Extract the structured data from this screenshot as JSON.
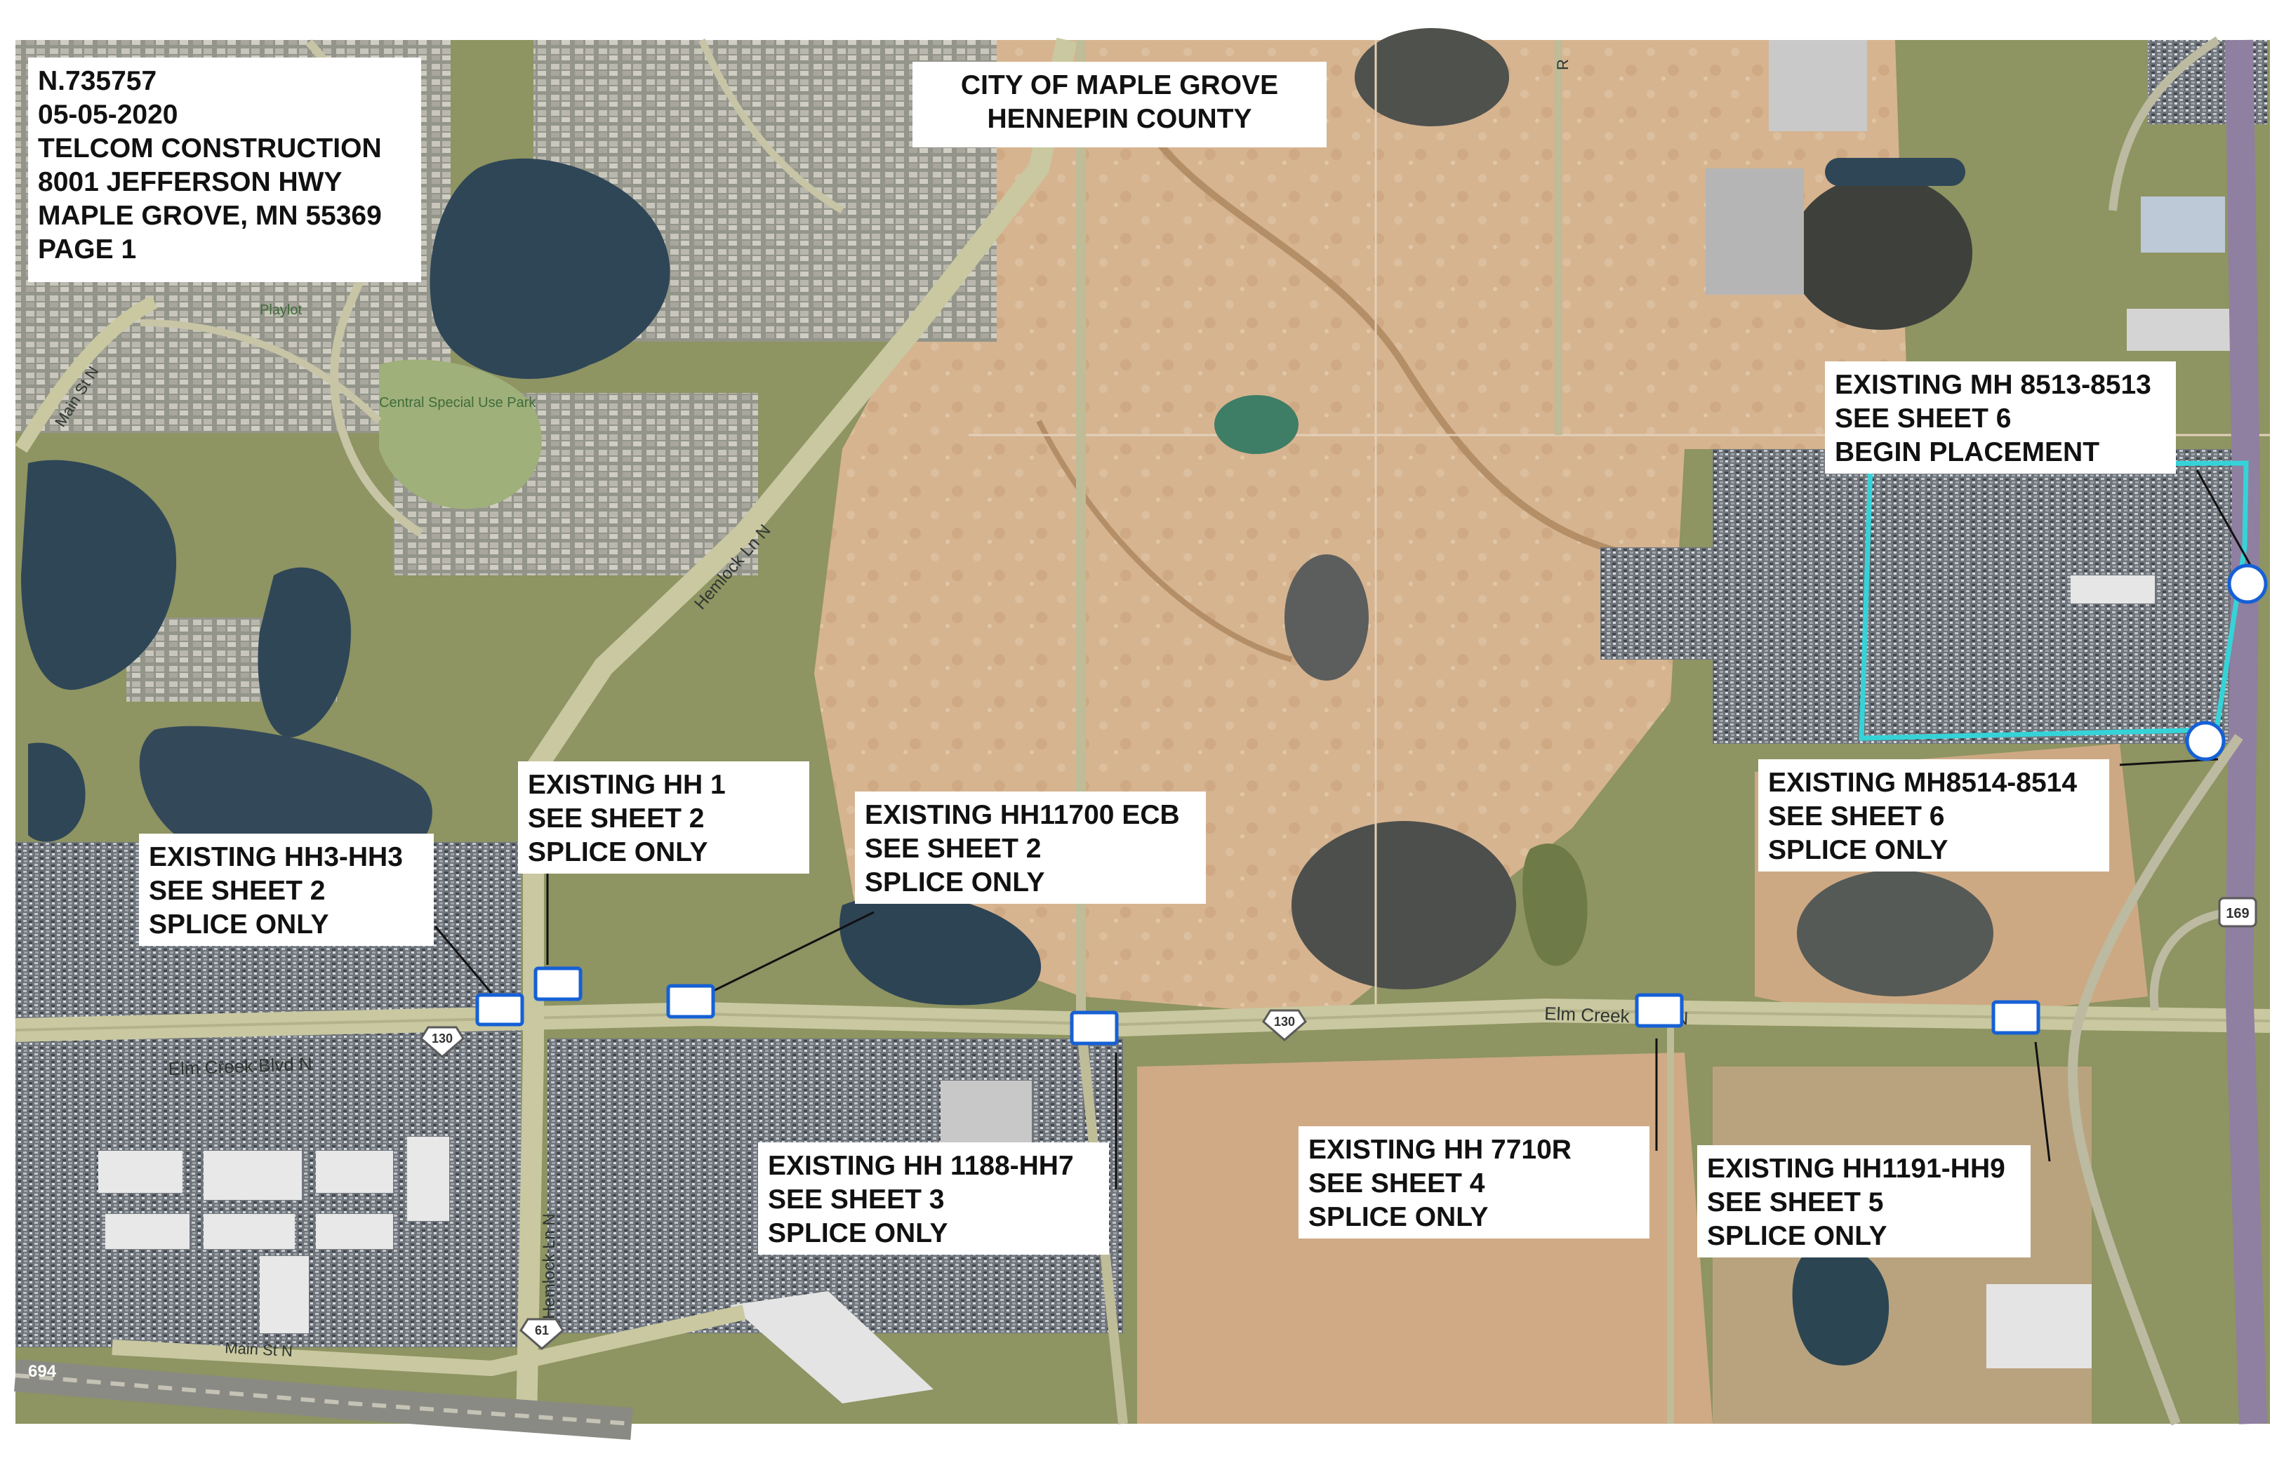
{
  "header": {
    "lines": [
      "N.735757",
      "05-05-2020",
      "TELCOM CONSTRUCTION",
      "8001 JEFFERSON HWY",
      "MAPLE GROVE, MN 55369",
      "PAGE 1"
    ]
  },
  "city": {
    "lines": [
      "CITY OF MAPLE GROVE",
      "HENNEPIN COUNTY"
    ]
  },
  "callouts": [
    {
      "lines": [
        "EXISTING MH 8513-8513",
        "SEE SHEET 6",
        "BEGIN PLACEMENT"
      ]
    },
    {
      "lines": [
        "EXISTING MH8514-8514",
        "SEE SHEET 6",
        "SPLICE ONLY"
      ]
    },
    {
      "lines": [
        "EXISTING HH 1",
        "SEE SHEET 2",
        "SPLICE ONLY"
      ]
    },
    {
      "lines": [
        "EXISTING HH3-HH3",
        "SEE SHEET 2",
        "SPLICE ONLY"
      ]
    },
    {
      "lines": [
        "EXISTING HH11700 ECB",
        "SEE SHEET 2",
        "SPLICE ONLY"
      ]
    },
    {
      "lines": [
        "EXISTING HH 1188-HH7",
        "SEE SHEET 3",
        "SPLICE ONLY"
      ]
    },
    {
      "lines": [
        "EXISTING HH 7710R",
        "SEE SHEET 4",
        "SPLICE ONLY"
      ]
    },
    {
      "lines": [
        "EXISTING HH1191-HH9",
        "SEE SHEET 5",
        "SPLICE ONLY"
      ]
    }
  ],
  "map_labels": {
    "elm_creek_left": "Elm Creek Blvd N",
    "elm_creek_right": "Elm Creek Blvd N",
    "hemlock_north": "Hemlock Ln N",
    "hemlock_south": "Hemlock Ln N",
    "main_st_north": "Main St N",
    "main_st_south": "Main St N",
    "central_park": "Central Special Use Park",
    "park_small": "Playlot",
    "i694": "694",
    "route_130_a": "130",
    "route_130_b": "130",
    "route_61": "61",
    "route_169": "169",
    "road_r": "R"
  },
  "colors": {
    "boundary": "#35d3d8",
    "marker_stroke": "#1560d6",
    "water": "#2f4657",
    "sand": "#d7b491",
    "vegetation": "#7f8a5a",
    "road": "#c8c7a2"
  }
}
